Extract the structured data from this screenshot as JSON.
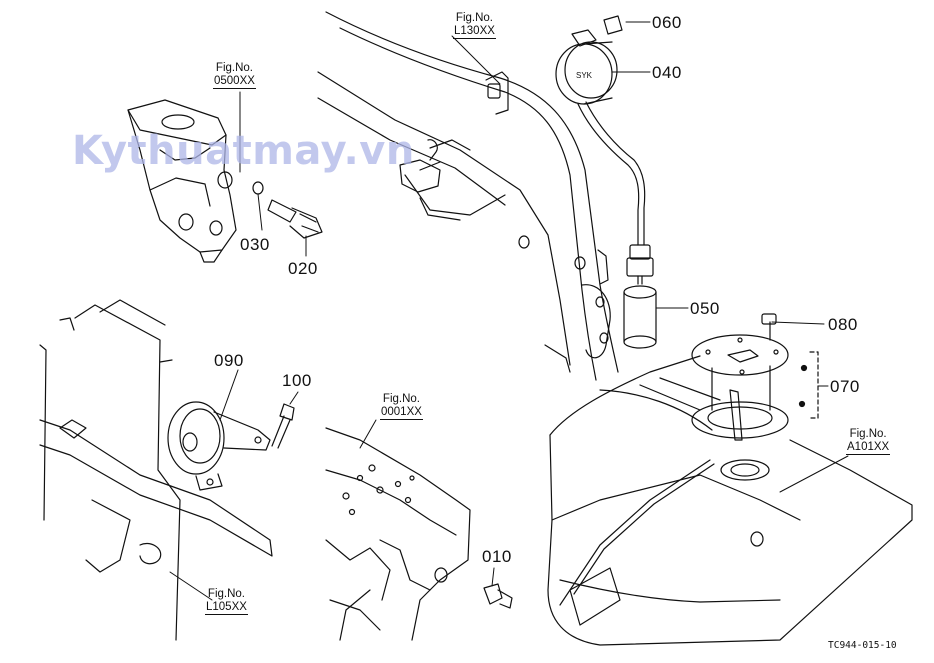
{
  "watermark": "Kythuatmay.vn",
  "drawing_code": "TC944-015-10",
  "fig_refs": [
    {
      "label": "Fig.No.",
      "ref": "L130XX"
    },
    {
      "label": "Fig.No.",
      "ref": "0500XX"
    },
    {
      "label": "Fig.No.",
      "ref": "0001XX"
    },
    {
      "label": "Fig.No.",
      "ref": "A101XX"
    },
    {
      "label": "Fig.No.",
      "ref": "L105XX"
    }
  ],
  "parts": {
    "p060": "060",
    "p040": "040",
    "p050": "050",
    "p080": "080",
    "p070": "070",
    "p030": "030",
    "p020": "020",
    "p090": "090",
    "p100": "100",
    "p010": "010"
  }
}
